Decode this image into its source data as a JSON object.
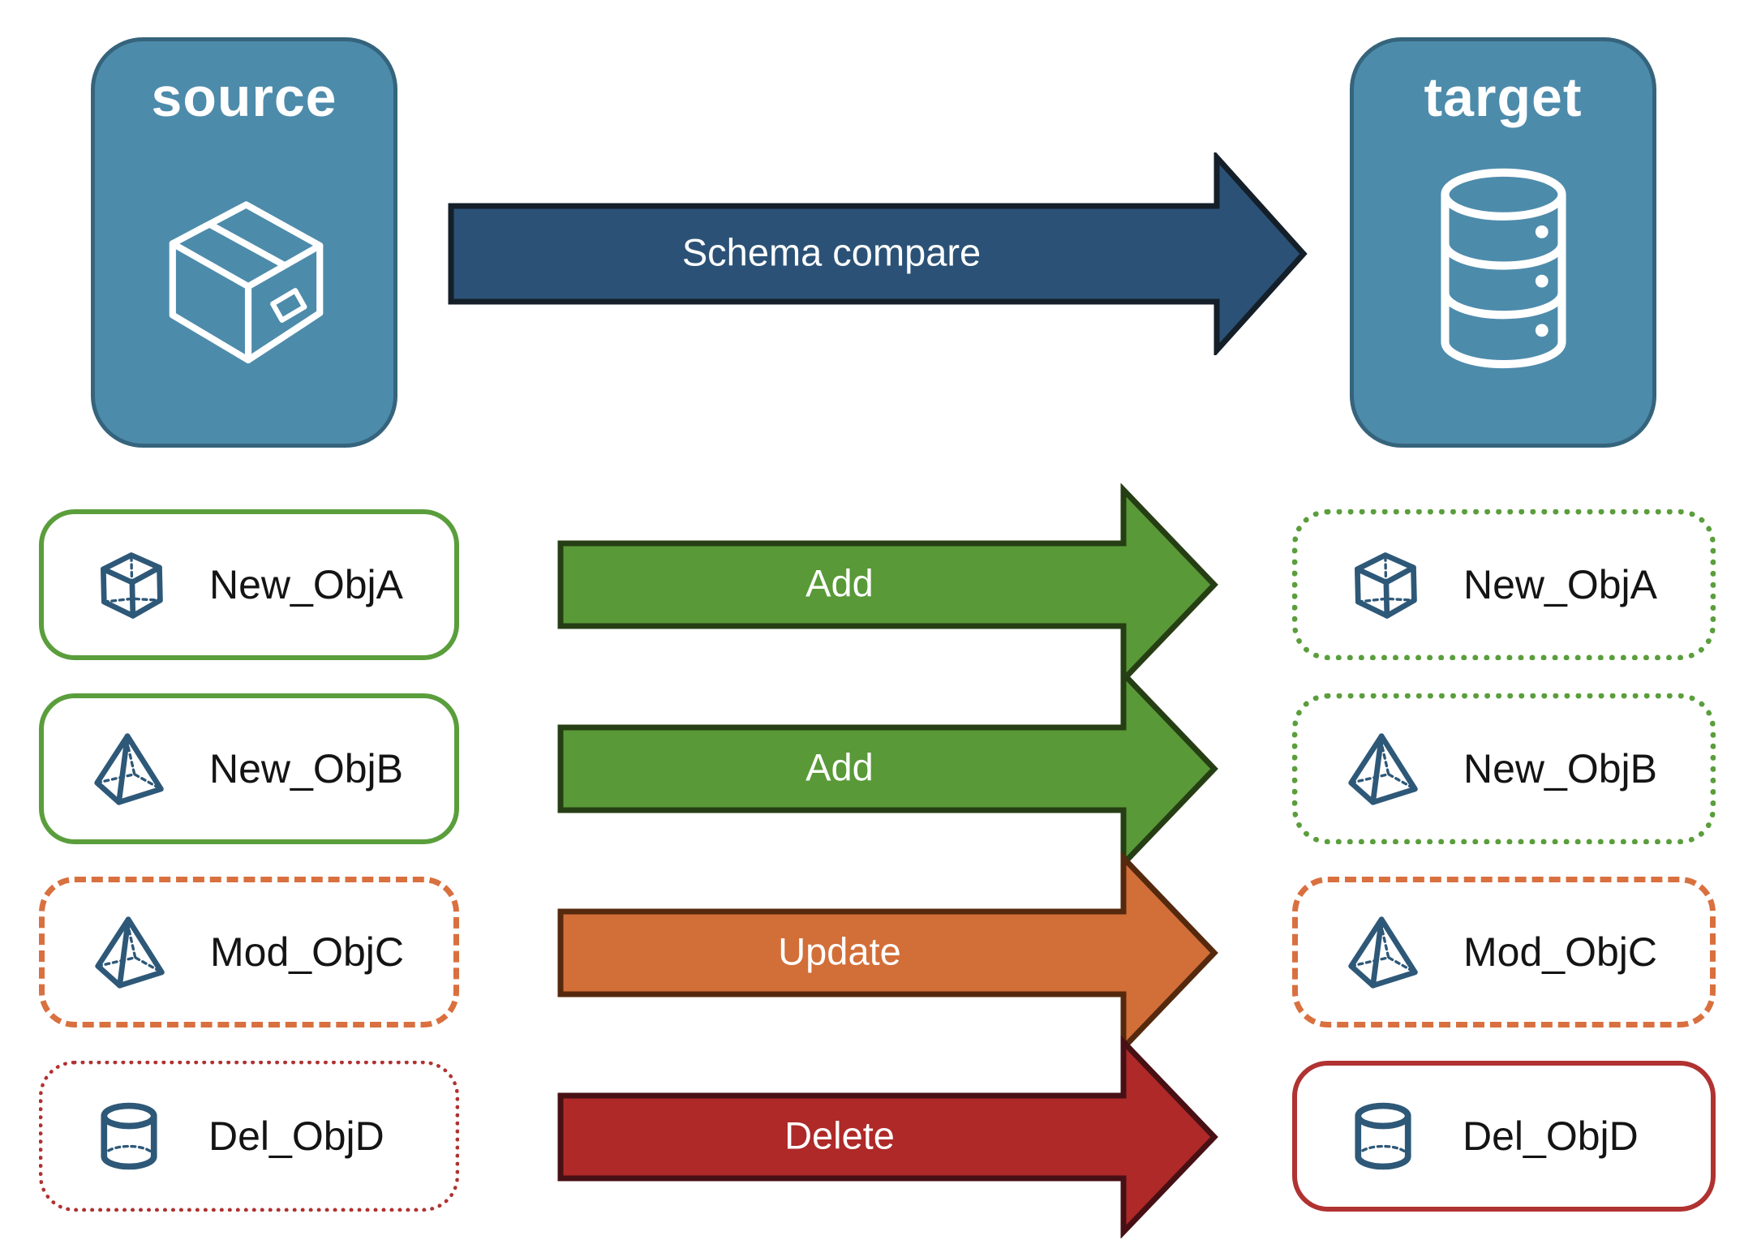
{
  "diagram": {
    "source": {
      "label": "source",
      "icon": "package-3d"
    },
    "target": {
      "label": "target",
      "icon": "database-stack"
    },
    "compare_arrow": {
      "label": "Schema compare"
    }
  },
  "rows": [
    {
      "object": "New_ObjA",
      "action": "Add",
      "icon": "cube-3d",
      "change_type": "added",
      "source_border": "green-solid",
      "target_border": "green-dotted"
    },
    {
      "object": "New_ObjB",
      "action": "Add",
      "icon": "pyramid-3d",
      "change_type": "added",
      "source_border": "green-solid",
      "target_border": "green-dotted"
    },
    {
      "object": "Mod_ObjC",
      "action": "Update",
      "icon": "pyramid-3d",
      "change_type": "modified",
      "source_border": "orange-dashed",
      "target_border": "orange-dashed"
    },
    {
      "object": "Del_ObjD",
      "action": "Delete",
      "icon": "cylinder-3d",
      "change_type": "deleted",
      "source_border": "red-dotted",
      "target_border": "red-solid"
    }
  ],
  "colors": {
    "badge_fill": "#4d8bab",
    "badge_border": "#35647c",
    "compare_arrow_fill": "#2b5276",
    "compare_arrow_border": "#141f29",
    "add_arrow_fill": "#599938",
    "add_arrow_border": "#263e14",
    "update_arrow_fill": "#d26e38",
    "update_arrow_border": "#55290e",
    "delete_arrow_fill": "#ae2928",
    "delete_arrow_border": "#471014",
    "green_border": "#5a9e3c",
    "orange_border": "#d9703f",
    "red_border": "#b03231",
    "icon_stroke": "#2e5878",
    "label_text": "#141414",
    "arrow_text": "#ffffff"
  }
}
